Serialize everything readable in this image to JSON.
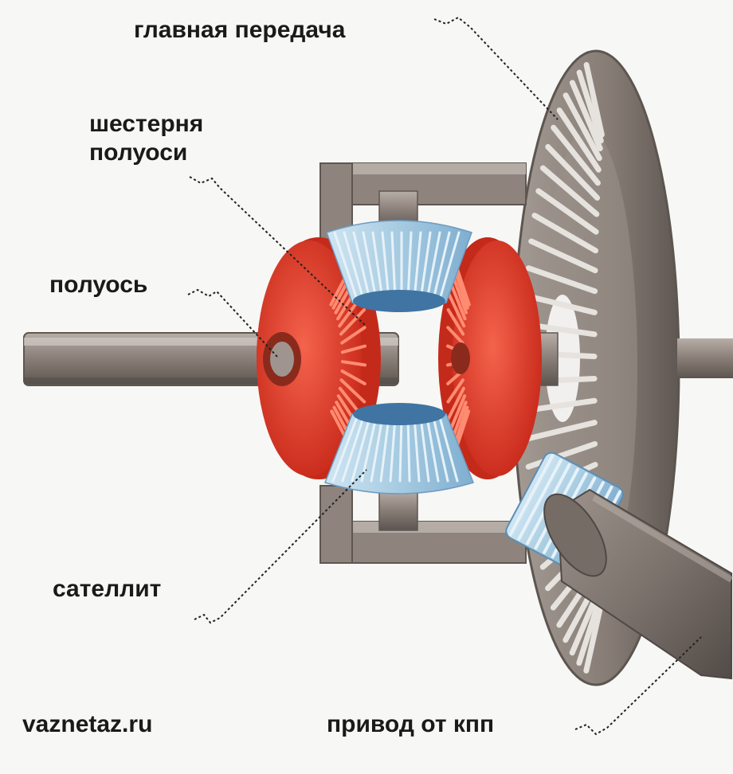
{
  "labels": {
    "main_gear": "главная передача",
    "side_gear": "шестерня полуоси",
    "axle": "полуось",
    "satellite": "сателлит",
    "drive": "привод от кпп",
    "site": "vaznetaz.ru"
  },
  "colors": {
    "background": "#f7f7f5",
    "metal": "#8a7f78",
    "metal_dark": "#5e5651",
    "metal_light": "#c9c2bb",
    "red_gear": "#e8402c",
    "red_gear_dark": "#b82616",
    "blue_gear": "#a8cde3",
    "blue_gear_dark": "#3d6f99",
    "leader_line": "#222222"
  },
  "icons": {
    "diagram": "differential-gear-diagram"
  }
}
